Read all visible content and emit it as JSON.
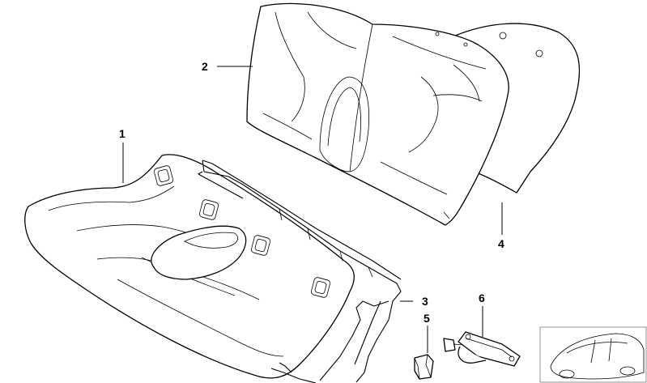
{
  "labels": {
    "seat_cushion": "1",
    "backrest": "2",
    "seat_frame": "3",
    "backrest_cover": "4",
    "clip": "5",
    "bracket": "6"
  }
}
